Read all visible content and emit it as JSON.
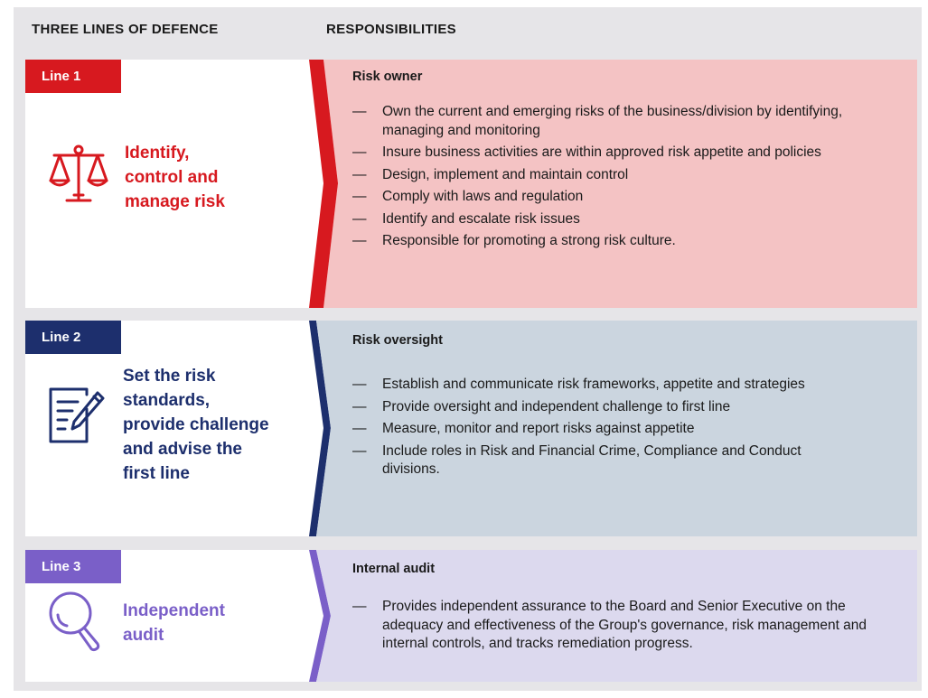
{
  "header": {
    "left": "THREE LINES OF DEFENCE",
    "right": "RESPONSIBILITIES"
  },
  "colors": {
    "line1": "#d7191f",
    "line1_bg": "#f4c3c4",
    "line2": "#1d2f6d",
    "line2_bg": "#cbd5df",
    "line3": "#7a5fc8",
    "line3_bg": "#dcd9ee"
  },
  "lines": [
    {
      "badge": "Line 1",
      "title": [
        "Identify,",
        "control and",
        "manage risk"
      ],
      "icon": "scales-icon",
      "resp_title": "Risk owner",
      "bullets": [
        "Own the current and emerging risks of the business/division by identifying, managing and monitoring",
        "Insure business activities are within approved risk appetite and policies",
        "Design, implement and maintain control",
        "Comply with laws and regulation",
        "Identify and escalate risk issues",
        "Responsible for promoting a strong risk culture."
      ]
    },
    {
      "badge": "Line 2",
      "title": [
        "Set the risk",
        "standards,",
        "provide challenge",
        "and advise the",
        "first line"
      ],
      "icon": "document-pen-icon",
      "resp_title": "Risk oversight",
      "bullets": [
        "Establish and communicate risk frameworks, appetite and strategies",
        "Provide oversight and independent challenge to first line",
        "Measure, monitor and report risks against appetite",
        "Include roles in Risk and Financial Crime, Compliance and Conduct divisions."
      ]
    },
    {
      "badge": "Line 3",
      "title": [
        "Independent",
        "audit"
      ],
      "icon": "magnifier-icon",
      "resp_title": "Internal audit",
      "bullets": [
        "Provides independent assurance to the Board and Senior Executive on the adequacy and effectiveness of the Group's governance, risk management and internal controls, and tracks remediation progress."
      ]
    }
  ],
  "dash": "—"
}
